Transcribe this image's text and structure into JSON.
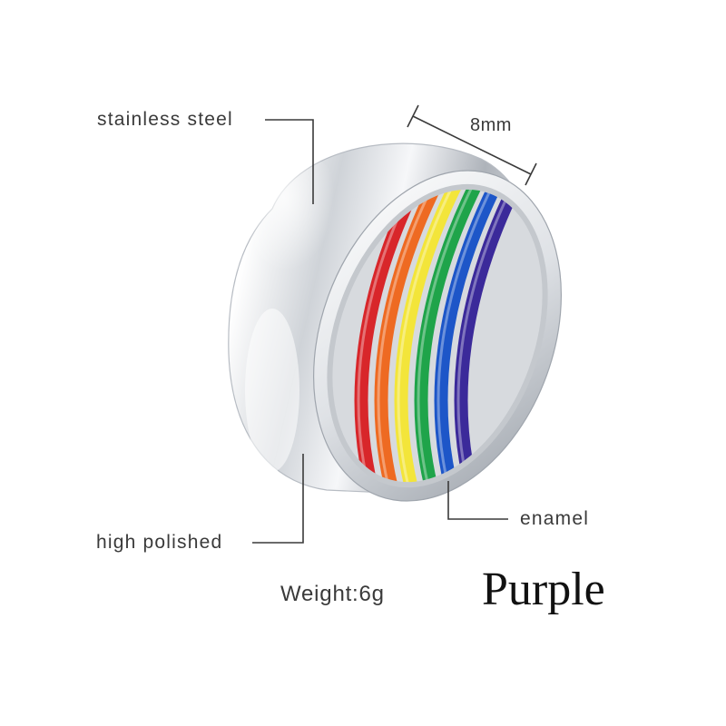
{
  "labels": {
    "material": "stainless steel",
    "width": "8mm",
    "inner_coating": "enamel",
    "finish": "high polished",
    "weight": "Weight:6g",
    "color_variant": "Purple"
  },
  "ring_stripe_colors": [
    "#d8262a",
    "#ee6a22",
    "#f3e53a",
    "#1fa44a",
    "#1d56c8",
    "#3b2a9a"
  ],
  "accent_colors": {
    "steel_light": "#f4f5f7",
    "steel_mid": "#c9cdd3",
    "steel_dark": "#8b9098",
    "leader_line": "#3a3a3a"
  }
}
